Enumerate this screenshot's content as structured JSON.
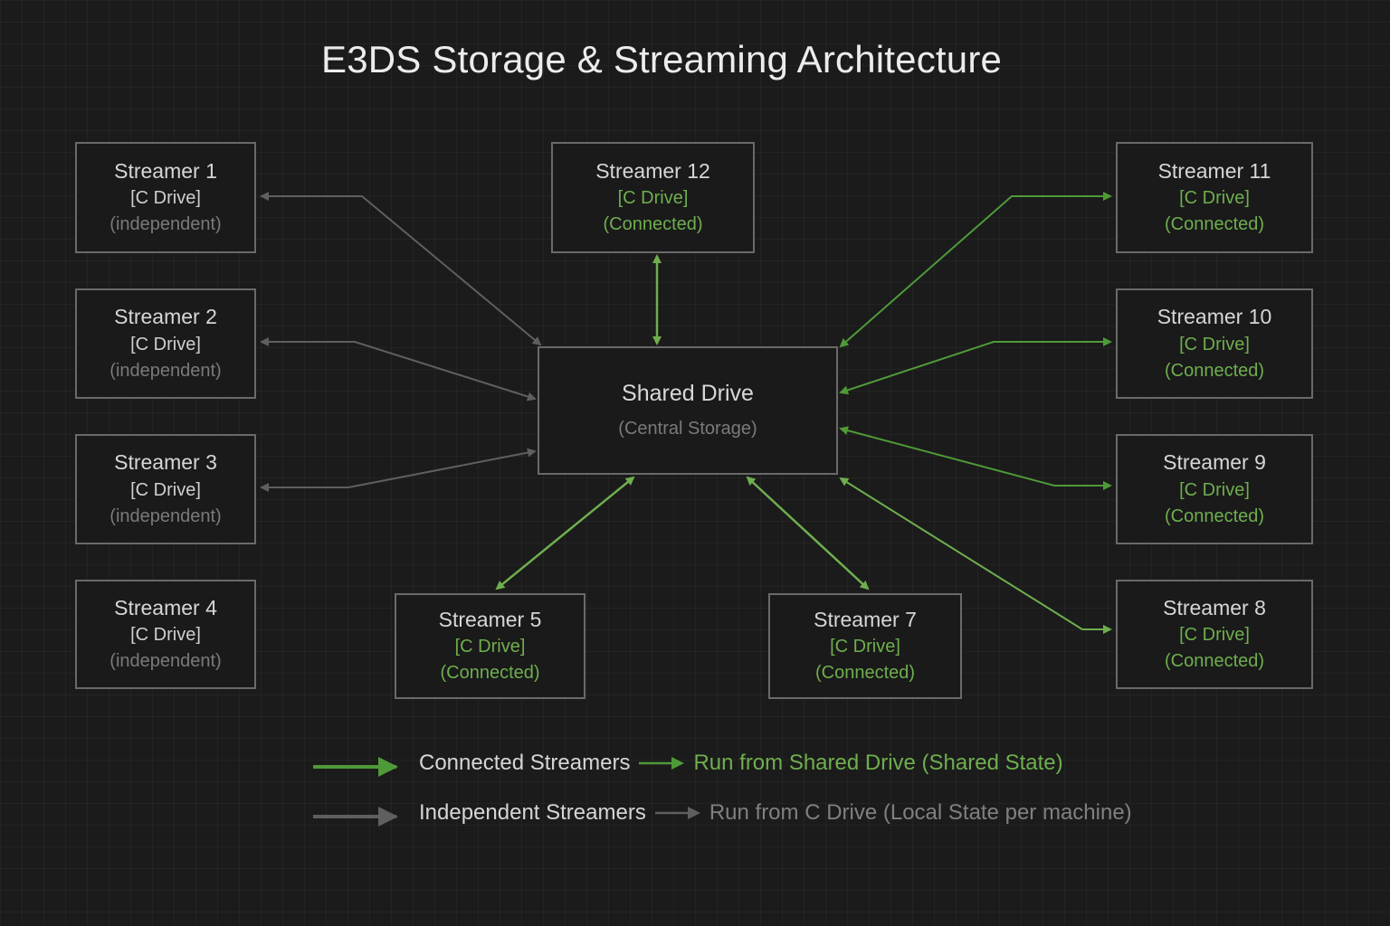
{
  "title": "E3DS Storage & Streaming Architecture",
  "colors": {
    "connected": "#4f9a38",
    "connected_light": "#6fae4e",
    "independent": "#5f5f5f",
    "border": "#6a6a6a"
  },
  "central": {
    "name": "Shared Drive",
    "subtitle": "(Central Storage)"
  },
  "streamers": [
    {
      "id": "s1",
      "name": "Streamer 1",
      "drive": "[C Drive]",
      "state": "(independent)",
      "type": "independent"
    },
    {
      "id": "s2",
      "name": "Streamer 2",
      "drive": "[C Drive]",
      "state": "(independent)",
      "type": "independent"
    },
    {
      "id": "s3",
      "name": "Streamer 3",
      "drive": "[C Drive]",
      "state": "(independent)",
      "type": "independent"
    },
    {
      "id": "s4",
      "name": "Streamer 4",
      "drive": "[C Drive]",
      "state": "(independent)",
      "type": "independent"
    },
    {
      "id": "s5",
      "name": "Streamer 5",
      "drive": "[C Drive]",
      "state": "(Connected)",
      "type": "connected"
    },
    {
      "id": "s7",
      "name": "Streamer 7",
      "drive": "[C Drive]",
      "state": "(Connected)",
      "type": "connected"
    },
    {
      "id": "s8",
      "name": "Streamer 8",
      "drive": "[C Drive]",
      "state": "(Connected)",
      "type": "connected"
    },
    {
      "id": "s9",
      "name": "Streamer 9",
      "drive": "[C Drive]",
      "state": "(Connected)",
      "type": "connected"
    },
    {
      "id": "s10",
      "name": "Streamer 10",
      "drive": "[C Drive]",
      "state": "(Connected)",
      "type": "connected"
    },
    {
      "id": "s11",
      "name": "Streamer 11",
      "drive": "[C Drive]",
      "state": "(Connected)",
      "type": "connected"
    },
    {
      "id": "s12",
      "name": "Streamer 12",
      "drive": "[C Drive]",
      "state": "(Connected)",
      "type": "connected"
    }
  ],
  "legend": {
    "connected": {
      "label": "Connected Streamers",
      "desc": "Run from Shared Drive (Shared State)"
    },
    "independent": {
      "label": "Independent Streamers",
      "desc": "Run from C Drive (Local State per machine)"
    }
  }
}
